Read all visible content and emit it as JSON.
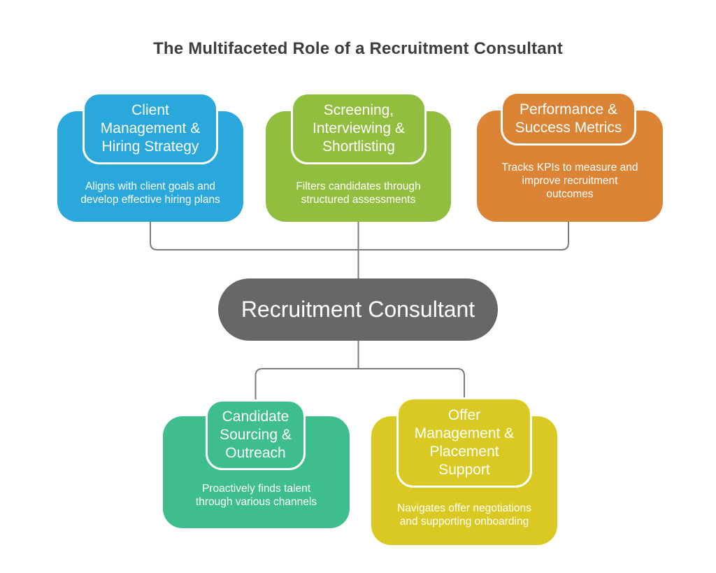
{
  "title": "The Multifaceted Role of a Recruitment Consultant",
  "title_color": "#3e3e3e",
  "background_color": "#ffffff",
  "connector_color": "#7b7b7b",
  "center_node": {
    "label": "Recruitment Consultant",
    "color": "#676767",
    "text_color": "#ffffff"
  },
  "nodes": [
    {
      "id": "client-management-hiring-strategy",
      "title": "Client\nManagement &\nHiring Strategy",
      "description": "Aligns with client goals and\ndevelop effective hiring plans",
      "color": "#2aa7db",
      "text_color": "#ffffff",
      "row": "top"
    },
    {
      "id": "screening-interviewing-shortlisting",
      "title": "Screening,\nInterviewing &\nShortlisting",
      "description": "Filters candidates through\nstructured assessments",
      "color": "#92be3f",
      "text_color": "#ffffff",
      "row": "top"
    },
    {
      "id": "performance-success-metrics",
      "title": "Performance &\nSuccess Metrics",
      "description": "Tracks KPIs to measure and\nimprove recruitment\noutcomes",
      "color": "#dc8435",
      "text_color": "#ffffff",
      "row": "top"
    },
    {
      "id": "candidate-sourcing-outreach",
      "title": "Candidate\nSourcing &\nOutreach",
      "description": "Proactively finds talent\nthrough various channels",
      "color": "#3dbe8c",
      "text_color": "#ffffff",
      "row": "bottom"
    },
    {
      "id": "offer-management-placement-support",
      "title": "Offer\nManagement &\nPlacement\nSupport",
      "description": "Navigates offer negotiations\nand supporting onboarding",
      "color": "#d9c922",
      "text_color": "#ffffff",
      "row": "bottom"
    }
  ]
}
